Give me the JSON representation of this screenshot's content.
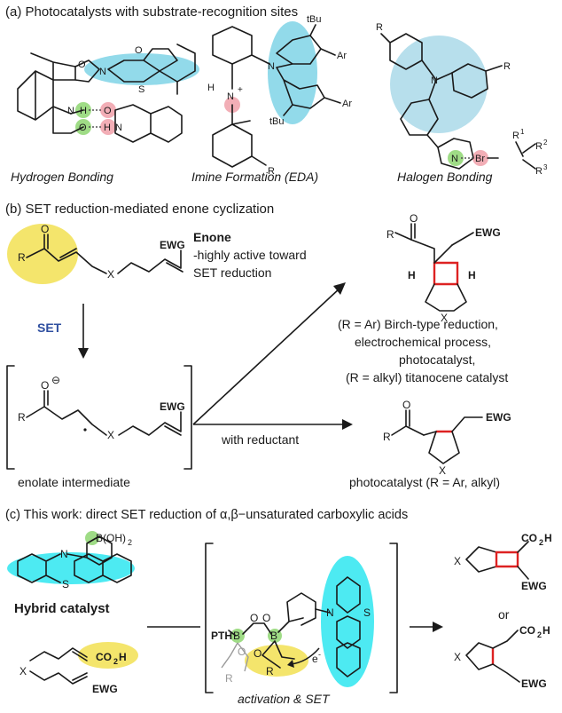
{
  "panel_a": {
    "title": "(a) Photocatalysts with substrate-recognition sites",
    "captions": [
      "Hydrogen Bonding",
      "Imine Formation (EDA)",
      "Halogen Bonding"
    ],
    "atoms": {
      "o1": "O",
      "n1": "N",
      "o_ketone": "O",
      "s1": "S",
      "nh_a": "N",
      "h_a": "H",
      "o_a": "O",
      "o_b": "O",
      "h_b": "H",
      "n_b": "N",
      "tbu_top": "tBu",
      "ar_top": "Ar",
      "n_carb": "N",
      "h_imine": "H",
      "n_imine": "N",
      "plus": "+",
      "tbu_bot": "tBu",
      "ar_bot": "Ar",
      "r_imine": "R",
      "r_top_left": "R",
      "n_tri": "N",
      "r_right": "R",
      "r1": "R",
      "sup1": "1",
      "r2": "R",
      "sup2": "2",
      "r3": "R",
      "sup3": "3",
      "n_pyr": "N",
      "br": "Br"
    }
  },
  "panel_b": {
    "title": "(b) SET reduction-mediated enone cyclization",
    "enone_title": "Enone",
    "enone_desc": [
      "-highly active toward",
      "SET reduction"
    ],
    "set_label": "SET",
    "intermediate_label": "enolate intermediate",
    "with_reductant": "with reductant",
    "cyclobutane_conditions": [
      "(R = Ar) Birch-type reduction,",
      "electrochemical process,",
      "photocatalyst,",
      "(R = alkyl) titanocene catalyst"
    ],
    "cyclopentane_conditions": "photocatalyst (R = Ar, alkyl)",
    "atoms": {
      "o_enone": "O",
      "r_enone": "R",
      "x_enone": "X",
      "ewg_enone": "EWG",
      "o_enol": "O",
      "minus": "⊖",
      "r_enol": "R",
      "x_enol": "X",
      "ewg_enol": "EWG",
      "o_cb": "O",
      "r_cb": "R",
      "ewg_cb": "EWG",
      "h_left": "H",
      "h_right": "H",
      "x_cb": "X",
      "o_cp": "O",
      "r_cp": "R",
      "ewg_cp": "EWG",
      "x_cp": "X"
    }
  },
  "panel_c": {
    "title": "(c) This work: direct SET reduction of α,β−unsaturated carboxylic acids",
    "hybrid_label": "Hybrid catalyst",
    "activation_label": "activation & SET",
    "or_label": "or",
    "atoms": {
      "boh2": "B(OH)",
      "boh2_sub": "2",
      "n_hyb": "N",
      "s_hyb": "S",
      "x_sub": "X",
      "co2h_sub": "CO",
      "co2h_sub2": "2",
      "co2h_subh": "H",
      "ewg_sub": "EWG",
      "pth": "PTH",
      "b1": "B",
      "b2": "B",
      "o_br1": "O",
      "o_br2": "O",
      "o_low": "O",
      "o_low2": "O",
      "r_gray": "R",
      "r_act": "R",
      "n_act": "N",
      "s_act": "S",
      "e_minus": "e",
      "e_sup": "-",
      "x_p1": "X",
      "co2h_p1": "CO",
      "co2h_p1_sub": "2",
      "co2h_p1_h": "H",
      "ewg_p1": "EWG",
      "x_p2": "X",
      "co2h_p2": "CO",
      "co2h_p2_sub": "2",
      "co2h_p2_h": "H",
      "ewg_p2": "EWG"
    }
  },
  "colors": {
    "highlight_blue": "#7fd3e6",
    "highlight_yellow": "#f3e25c",
    "highlight_green": "#9fdc86",
    "highlight_pink": "#f2aeb6",
    "accent_red": "#dd2222",
    "set_blue": "#2f4fa0"
  }
}
